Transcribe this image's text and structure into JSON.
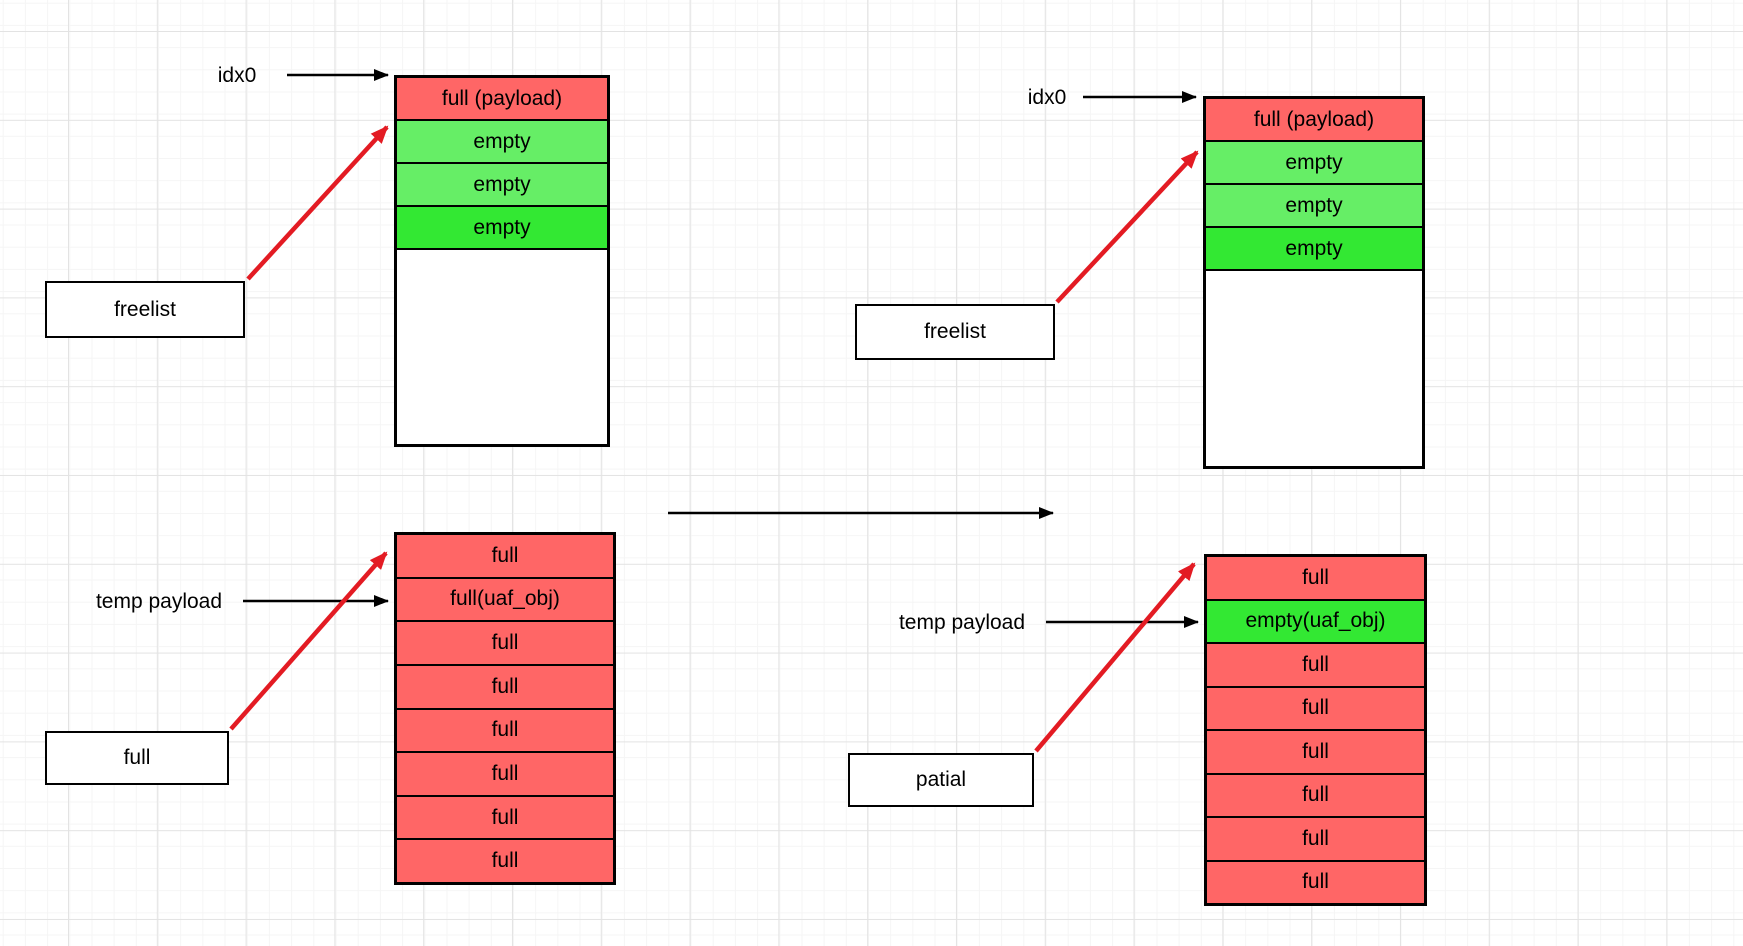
{
  "canvas": {
    "background": "#ffffff",
    "grid_minor_color": "#f5f5f5",
    "grid_major_color": "#e3e3e3"
  },
  "colors": {
    "full_red": "#ff6666",
    "empty_light_green": "#66ee66",
    "empty_bright_green": "#33e833",
    "white": "#ffffff",
    "arrow_black": "#000000",
    "arrow_red": "#e31b23",
    "border_black": "#000000"
  },
  "panels": {
    "top_left": {
      "pointer_label": "idx0",
      "box_label": "freelist",
      "stack": {
        "cells": [
          {
            "label": "full (payload)",
            "color": "#ff6666"
          },
          {
            "label": "empty",
            "color": "#66ee66"
          },
          {
            "label": "empty",
            "color": "#66ee66"
          },
          {
            "label": "empty",
            "color": "#33e833"
          }
        ]
      }
    },
    "top_right": {
      "pointer_label": "idx0",
      "box_label": "freelist",
      "stack": {
        "cells": [
          {
            "label": "full (payload)",
            "color": "#ff6666"
          },
          {
            "label": "empty",
            "color": "#66ee66"
          },
          {
            "label": "empty",
            "color": "#66ee66"
          },
          {
            "label": "empty",
            "color": "#33e833"
          }
        ]
      }
    },
    "bottom_left": {
      "pointer_label": "temp payload",
      "box_label": "full",
      "stack": {
        "cells": [
          {
            "label": "full",
            "color": "#ff6666"
          },
          {
            "label": "full(uaf_obj)",
            "color": "#ff6666"
          },
          {
            "label": "full",
            "color": "#ff6666"
          },
          {
            "label": "full",
            "color": "#ff6666"
          },
          {
            "label": "full",
            "color": "#ff6666"
          },
          {
            "label": "full",
            "color": "#ff6666"
          },
          {
            "label": "full",
            "color": "#ff6666"
          },
          {
            "label": "full",
            "color": "#ff6666"
          }
        ]
      }
    },
    "bottom_right": {
      "pointer_label": "temp payload",
      "box_label": "patial",
      "stack": {
        "cells": [
          {
            "label": "full",
            "color": "#ff6666"
          },
          {
            "label": "empty(uaf_obj)",
            "color": "#33e833"
          },
          {
            "label": "full",
            "color": "#ff6666"
          },
          {
            "label": "full",
            "color": "#ff6666"
          },
          {
            "label": "full",
            "color": "#ff6666"
          },
          {
            "label": "full",
            "color": "#ff6666"
          },
          {
            "label": "full",
            "color": "#ff6666"
          },
          {
            "label": "full",
            "color": "#ff6666"
          }
        ]
      }
    }
  }
}
